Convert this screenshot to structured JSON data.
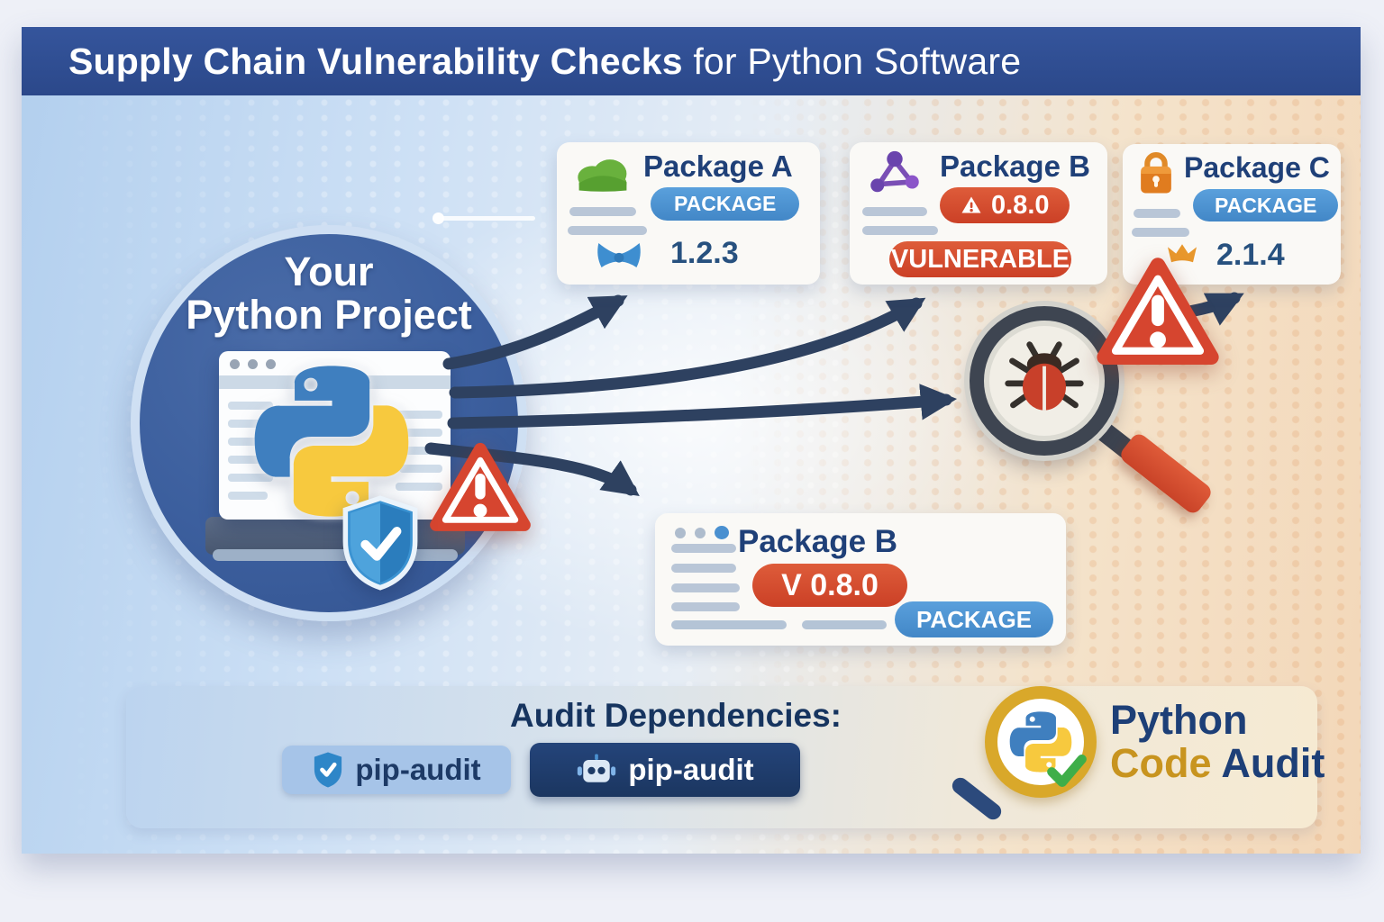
{
  "banner": {
    "title_strong": "Supply Chain Vulnerability Checks",
    "title_regular": " for Python Software"
  },
  "project_circle": {
    "line1": "Your",
    "line2": "Python Project"
  },
  "cards": {
    "package_a": {
      "title": "Package A",
      "badge": "PACKAGE",
      "version": "1.2.3"
    },
    "package_b_top": {
      "title": "Package B",
      "version_badge": "0.8.0",
      "status": "VULNERABLE"
    },
    "package_c": {
      "title": "Package C",
      "badge": "PACKAGE",
      "version": "2.1.4"
    },
    "package_b_bottom": {
      "title": "Package B",
      "version_badge": "V 0.8.0",
      "badge": "PACKAGE"
    }
  },
  "audit_bar": {
    "heading": "Audit Dependencies:",
    "shield_button_label": "pip-audit",
    "robot_button_label": "pip-audit"
  },
  "brand": {
    "word1": "Python",
    "word2": "Code",
    "word3": "Audit"
  },
  "icons": {
    "package_a": "cloud-icon",
    "package_b_top": "molecule-icon",
    "package_c": "lock-icon",
    "package_a_version": "ribbon-icon",
    "package_c_version": "crown-icon",
    "vulnerability": "warning-triangle-icon",
    "scanner": "magnifier-bug-icon",
    "project_security": "shield-check-icon",
    "audit_tool_1": "shield-check-icon",
    "audit_tool_2": "robot-icon",
    "brand": "magnifier-python-icon"
  },
  "colors": {
    "banner_blue": "#2f4f92",
    "navy_text": "#1e3c6e",
    "badge_blue": "#4b94d4",
    "alert_red": "#d24a2e",
    "gold": "#c8941f",
    "circle_blue": "#3d5f9e"
  }
}
